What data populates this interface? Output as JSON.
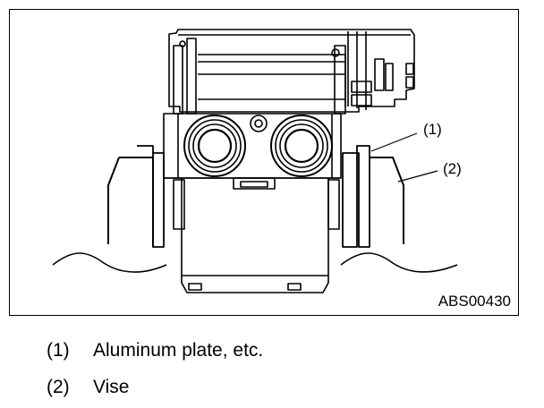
{
  "figure": {
    "id_label": "ABS00430",
    "callouts": [
      "(1)",
      "(2)"
    ]
  },
  "legend": [
    {
      "num": "(1)",
      "text": "Aluminum plate, etc."
    },
    {
      "num": "(2)",
      "text": "Vise"
    }
  ]
}
